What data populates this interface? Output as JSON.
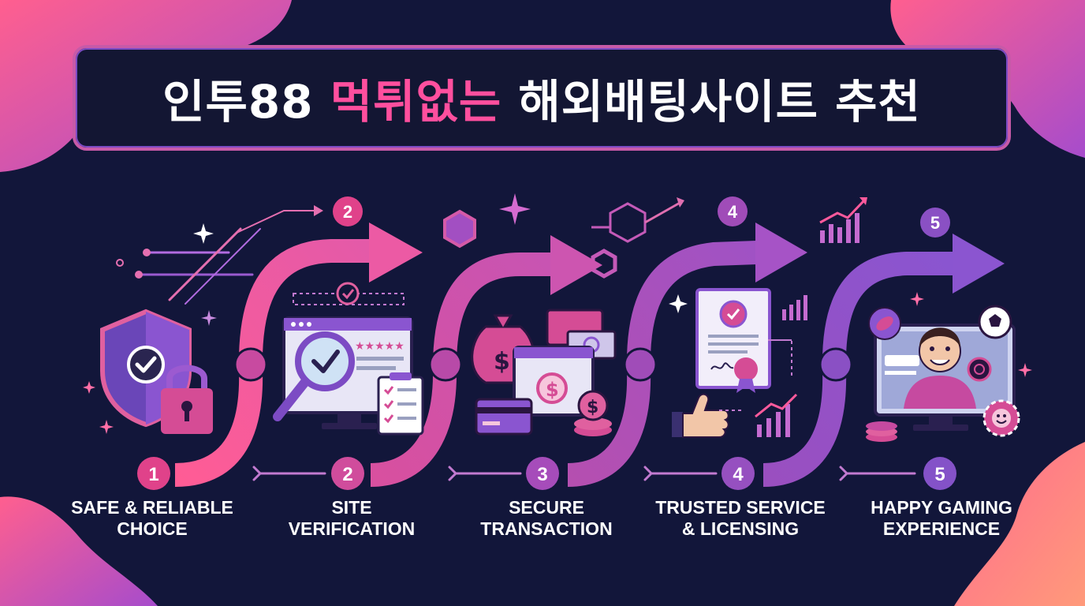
{
  "title": {
    "part1": "인투88 ",
    "highlight": "먹튀없는",
    "part2": " 해외배팅사이트 추천"
  },
  "steps": [
    {
      "number": "1",
      "label": "SAFE & RELIABLE\nCHOICE",
      "icon": "shield-lock-icon",
      "top_badge": ""
    },
    {
      "number": "2",
      "label": "SITE\nVERIFICATION",
      "icon": "monitor-magnifier-checklist-icon",
      "top_badge": "2"
    },
    {
      "number": "3",
      "label": "SECURE\nTRANSACTION",
      "icon": "money-bag-card-coins-icon",
      "top_badge": ""
    },
    {
      "number": "4",
      "label": "TRUSTED SERVICE\n& LICENSING",
      "icon": "certificate-thumbs-up-icon",
      "top_badge": "4"
    },
    {
      "number": "5",
      "label": "HAPPY GAMING\nEXPERIENCE",
      "icon": "monitor-gamer-sports-icon",
      "top_badge": "5"
    }
  ],
  "colors": {
    "background": "#12163a",
    "pink": "#f0589a",
    "purple": "#9a55d0",
    "magenta": "#c0489a",
    "white": "#ffffff"
  }
}
